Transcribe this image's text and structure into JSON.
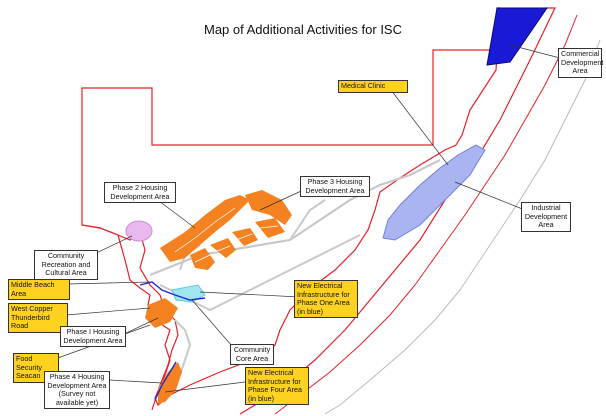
{
  "map": {
    "title": "Map of Additional Activities for ISC",
    "colors": {
      "boundary": "#e8202a",
      "housing": "#f58220",
      "industrial": "#a9b4f0",
      "commercial": "#1a1ad6",
      "recreation": "#e8b8ee",
      "core": "#9fe6ef",
      "electrical": "#1d2bd6",
      "road": "#c8c8c8",
      "callout": "#ffd21f"
    },
    "labels": {
      "commercial": "Commercial Development Area",
      "medical_clinic": "Medical Clinic",
      "phase3_housing": "Phase 3 Housing Development Area",
      "phase2_housing": "Phase 2 Housing Development Area",
      "industrial": "Industrial Development Area",
      "community_recreation": "Community Recreation and Cultural Area",
      "middle_beach": "Middle Beach Area",
      "elec_phase1": "New Electrical Infrastructure for Phase One Area (in blue)",
      "west_copper": "West Copper Thunderbird Road",
      "phase1_housing": "Phase I Housing Development Area",
      "community_core": "Community Core Area",
      "food_security": "Food Security Seacan",
      "phase4_housing": "Phase 4 Housing Development Area (Survey not available yet)",
      "elec_phase4": "New Electrical Infrastructure for Phase Four Area (in blue)"
    }
  }
}
